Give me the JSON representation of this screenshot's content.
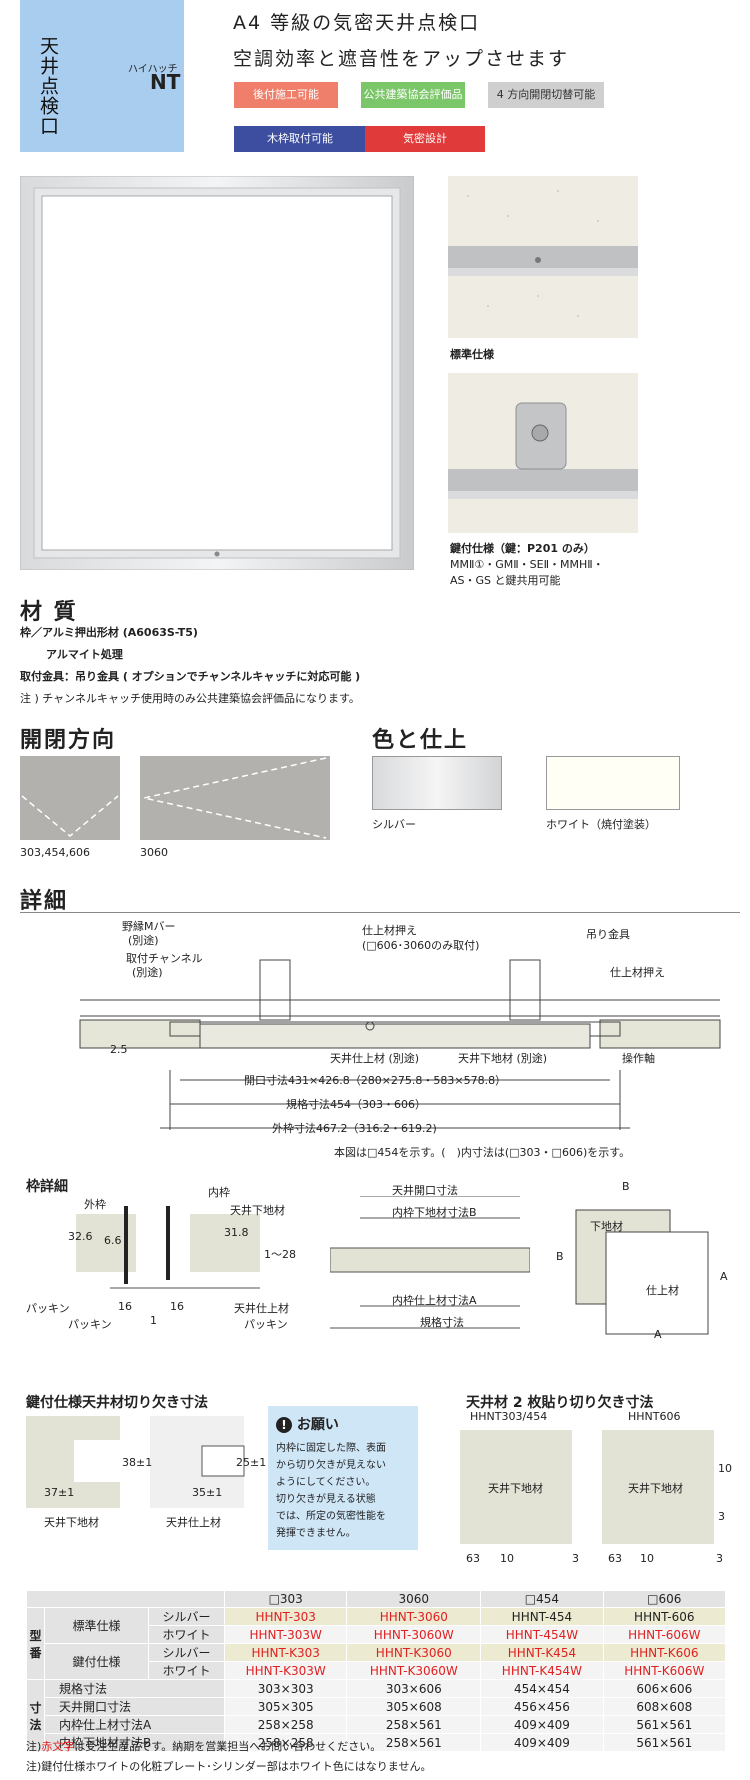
{
  "header": {
    "vertical_title": "天井点検口",
    "ruby": "ハイハッチ",
    "model": "NT",
    "headline1": "A4 等級の気密天井点検口",
    "headline2": "空調効率と遮音性をアップさせます",
    "tags": [
      {
        "label": "後付施工可能",
        "color": "#ef7f6a"
      },
      {
        "label": "公共建築協会評価品",
        "color": "#7cc66a"
      },
      {
        "label": "4 方向開閉切替可能",
        "color": "#c9c9c9"
      },
      {
        "label": "木枠取付可能",
        "color": "#3d4ea0"
      },
      {
        "label": "気密設計",
        "color": "#e03a3a"
      }
    ]
  },
  "photos": {
    "std_caption": "標準仕様",
    "key_caption": "鍵付仕様（鍵：P201 のみ）",
    "key_note1": "MMⅡ①・GMⅡ・SEⅡ・MMHⅡ・",
    "key_note2": "AS・GS と鍵共用可能"
  },
  "material": {
    "title": "材 質",
    "line1": "枠／アルミ押出形材 (A6063S-T5)",
    "line2": "アルマイト処理",
    "line3": "取付金具：吊り金具 ( オプションでチャンネルキャッチに対応可能 )",
    "line4": "注 ) チャンネルキャッチ使用時のみ公共建築協会評価品になります。"
  },
  "opening": {
    "title": "開閉方向",
    "cap1": "303,454,606",
    "cap2": "3060"
  },
  "color": {
    "title": "色と仕上",
    "cap1": "シルバー",
    "cap2": "ホワイト（焼付塗装）"
  },
  "detail": {
    "title": "詳細",
    "labels": {
      "nobuchi": "野縁Mバー",
      "betto1": "(別途)",
      "channel": "取付チャンネル",
      "betto2": "(別途)",
      "shiage_osae": "仕上材押え",
      "note606": "(□606･3060のみ取付)",
      "tsuri": "吊り金具",
      "shiage_osae2": "仕上材押え",
      "tenjo_shiage": "天井仕上材 (別途)",
      "tenjo_shita": "天井下地材 (別途)",
      "sosa": "操作軸",
      "h25": "2.5",
      "dim1": "開口寸法431×426.8（280×275.8・583×578.8）",
      "dim2": "規格寸法454（303・606）",
      "dim3": "外枠寸法467.2（316.2・619.2)",
      "note": "本図は□454を示す。(　)内寸法は(□303・□606)を示す。"
    }
  },
  "waku": {
    "title": "枠詳細",
    "sotowaku": "外枠",
    "uchiwaku": "内枠",
    "shitaji": "天井下地材",
    "d326": "32.6",
    "d66": "6.6",
    "d318": "31.8",
    "d128": "1～28",
    "packing1": "パッキン",
    "packing2": "パッキン",
    "packing3": "パッキン",
    "shiage": "天井仕上材",
    "d16a": "16",
    "d1": "1",
    "d16b": "16"
  },
  "sun": {
    "kaiko": "天井開口寸法",
    "uchi_b": "内枠下地材寸法B",
    "uchi_a": "内枠仕上材寸法A",
    "kikaku": "規格寸法"
  },
  "ab": {
    "B": "B",
    "A": "A",
    "shitaji": "下地材",
    "shiage": "仕上材",
    "B2": "B",
    "A2": "A"
  },
  "kagi": {
    "title": "鍵付仕様天井材切り欠き寸法",
    "d38": "38±1",
    "d37": "37±1",
    "cap1": "天井下地材",
    "d25": "25±1",
    "d35": "35±1",
    "cap2": "天井仕上材"
  },
  "onegai": {
    "title": "お願い",
    "text": [
      "内枠に固定した際、表面",
      "から切り欠きが見えない",
      "ようにしてください。",
      "切り欠きが見える状態",
      "では、所定の気密性能を",
      "発揮できません。"
    ]
  },
  "two": {
    "title": "天井材 2 枚貼り切り欠き寸法",
    "cap1": "HHNT303/454",
    "cap2": "HHNT606",
    "label1": "天井下地材",
    "label2": "天井下地材",
    "d63a": "63",
    "d10a": "10",
    "d3a": "3",
    "d63b": "63",
    "d10b": "10",
    "d3b": "3",
    "d10c": "10",
    "d3c": "3"
  },
  "table": {
    "sizes": [
      "□303",
      "3060",
      "□454",
      "□606"
    ],
    "kataban": "型番",
    "sunpo": "寸法",
    "rows": [
      {
        "g": "標準仕様",
        "c": "シルバー",
        "v": [
          "HHNT-303",
          "HHNT-3060",
          "HHNT-454",
          "HHNT-606"
        ],
        "red": [
          true,
          true,
          false,
          false
        ]
      },
      {
        "g": "",
        "c": "ホワイト",
        "v": [
          "HHNT-303W",
          "HHNT-3060W",
          "HHNT-454W",
          "HHNT-606W"
        ],
        "red": [
          true,
          true,
          true,
          true
        ]
      },
      {
        "g": "鍵付仕様",
        "c": "シルバー",
        "v": [
          "HHNT-K303",
          "HHNT-K3060",
          "HHNT-K454",
          "HHNT-K606"
        ],
        "red": [
          true,
          true,
          true,
          true
        ]
      },
      {
        "g": "",
        "c": "ホワイト",
        "v": [
          "HHNT-K303W",
          "HHNT-K3060W",
          "HHNT-K454W",
          "HHNT-K606W"
        ],
        "red": [
          true,
          true,
          true,
          true
        ]
      }
    ],
    "dims": [
      {
        "l": "規格寸法",
        "v": [
          "303×303",
          "303×606",
          "454×454",
          "606×606"
        ]
      },
      {
        "l": "天井開口寸法",
        "v": [
          "305×305",
          "305×608",
          "456×456",
          "608×608"
        ]
      },
      {
        "l": "内枠仕上材寸法A",
        "v": [
          "258×258",
          "258×561",
          "409×409",
          "561×561"
        ]
      },
      {
        "l": "内枠下地材寸法B",
        "v": [
          "258×258",
          "258×561",
          "409×409",
          "561×561"
        ]
      }
    ]
  },
  "notes": {
    "n1a": "注)",
    "n1b": "赤文字",
    "n1c": "は受注生産品です。納期を営業担当へお問い合わせください。",
    "n2": "注)鍵付仕様ホワイトの化粧プレート･シリンダー部はホワイト色にはなりません。"
  }
}
